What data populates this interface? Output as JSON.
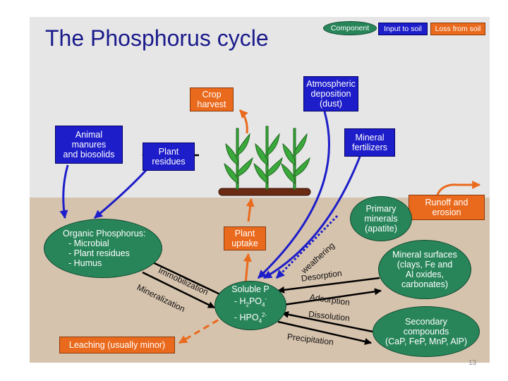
{
  "title": "The Phosphorus cycle",
  "legend": {
    "component": "Component",
    "input": "Input to soil",
    "loss": "Loss from soil"
  },
  "colors": {
    "component_green": "#28855a",
    "input_blue": "#1d1dc9",
    "loss_orange": "#ea6a1d",
    "sky": "#e6e6e6",
    "soil": "#d6c3ad",
    "title": "#1a1a8c"
  },
  "nodes": {
    "crop_harvest": [
      "Crop",
      "harvest"
    ],
    "atmospheric_deposition": [
      "Atmospheric",
      "deposition",
      "(dust)"
    ],
    "animal_manures": [
      "Animal",
      "manures",
      "and biosolids"
    ],
    "plant_residues": [
      "Plant",
      "residues"
    ],
    "mineral_fertilizers": [
      "Mineral",
      "fertilizers"
    ],
    "runoff_erosion": [
      "Runoff and",
      "erosion"
    ],
    "primary_minerals": [
      "Primary",
      "minerals",
      "(apatite)"
    ],
    "plant_uptake": [
      "Plant",
      "uptake"
    ],
    "organic_p": {
      "heading": "Organic Phosphorus:",
      "items": [
        "- Microbial",
        "- Plant residues",
        "- Humus"
      ]
    },
    "mineral_surfaces": [
      "Mineral surfaces",
      "(clays, Fe and",
      "Al oxides,",
      "carbonates)"
    ],
    "soluble_p": {
      "heading": "Soluble P",
      "line1_prefix": "- H",
      "line1_sub1": "2",
      "line1_mid": "PO",
      "line1_sub2": "4",
      "line1_sup": "-",
      "line2_prefix": "- HPO",
      "line2_sub": "4",
      "line2_sup": "2-"
    },
    "secondary_compounds": [
      "Secondary",
      "compounds",
      "(CaP, FeP, MnP,  AlP)"
    ],
    "leaching": "Leaching (usually minor)"
  },
  "process_labels": {
    "immobilization": "Immobilization",
    "mineralization": "Mineralization",
    "weathering": "weathering",
    "desorption": "Desorption",
    "adsorption": "Adsorption",
    "dissolution": "Dissolution",
    "precipitation": "Precipitation"
  },
  "page_number": "13"
}
